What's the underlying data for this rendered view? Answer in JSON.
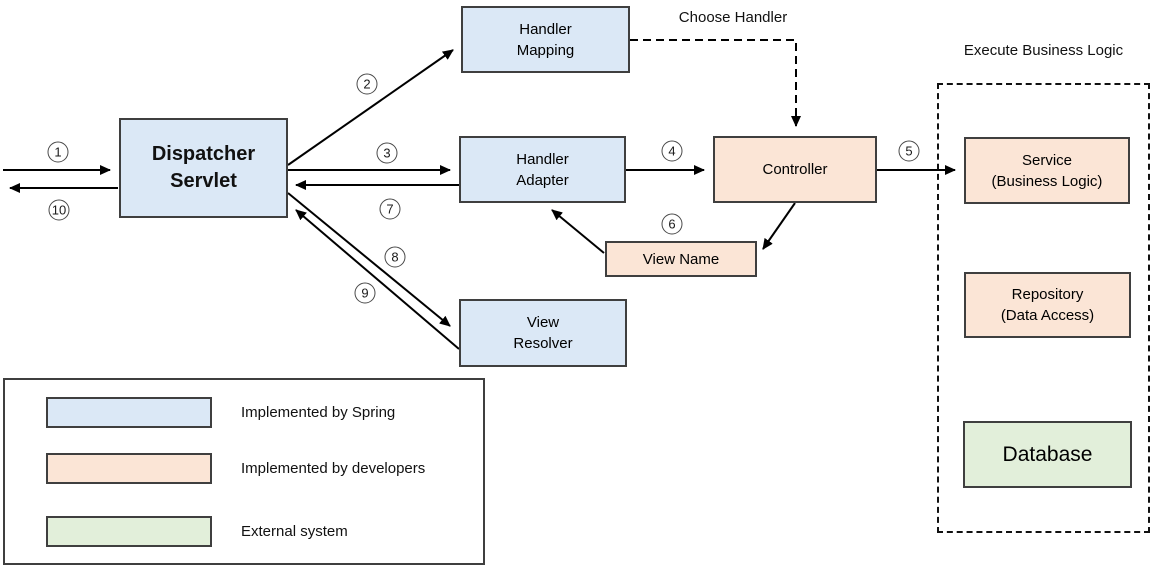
{
  "colors": {
    "spring_blue_fill": "#dbe8f6",
    "developer_orange_fill": "#fbe5d6",
    "external_green_fill": "#e2efda",
    "shape_border": "#3f3f3f",
    "arrow_color": "#000000"
  },
  "nodes": {
    "dispatcher_servlet": {
      "line1": "Dispatcher",
      "line2": "Servlet"
    },
    "handler_mapping": {
      "line1": "Handler",
      "line2": "Mapping"
    },
    "handler_adapter": {
      "line1": "Handler",
      "line2": "Adapter"
    },
    "view_resolver": {
      "line1": "View",
      "line2": "Resolver"
    },
    "controller": {
      "label": "Controller"
    },
    "view_name": {
      "label": "View Name"
    },
    "service": {
      "line1": "Service",
      "line2": "(Business Logic)"
    },
    "repository": {
      "line1": "Repository",
      "line2": "(Data Access)"
    },
    "database": {
      "label": "Database"
    }
  },
  "annotations": {
    "choose_handler": "Choose Handler",
    "execute_business_logic": "Execute Business Logic"
  },
  "steps": {
    "n1": "1",
    "n2": "2",
    "n3": "3",
    "n4": "4",
    "n5": "5",
    "n6": "6",
    "n7": "7",
    "n8": "8",
    "n9": "9",
    "n10": "10"
  },
  "legend": {
    "items": [
      {
        "label": "Implemented by Spring",
        "color": "#dbe8f6"
      },
      {
        "label": "Implemented by developers",
        "color": "#fbe5d6"
      },
      {
        "label": "External system",
        "color": "#e2efda"
      }
    ]
  }
}
